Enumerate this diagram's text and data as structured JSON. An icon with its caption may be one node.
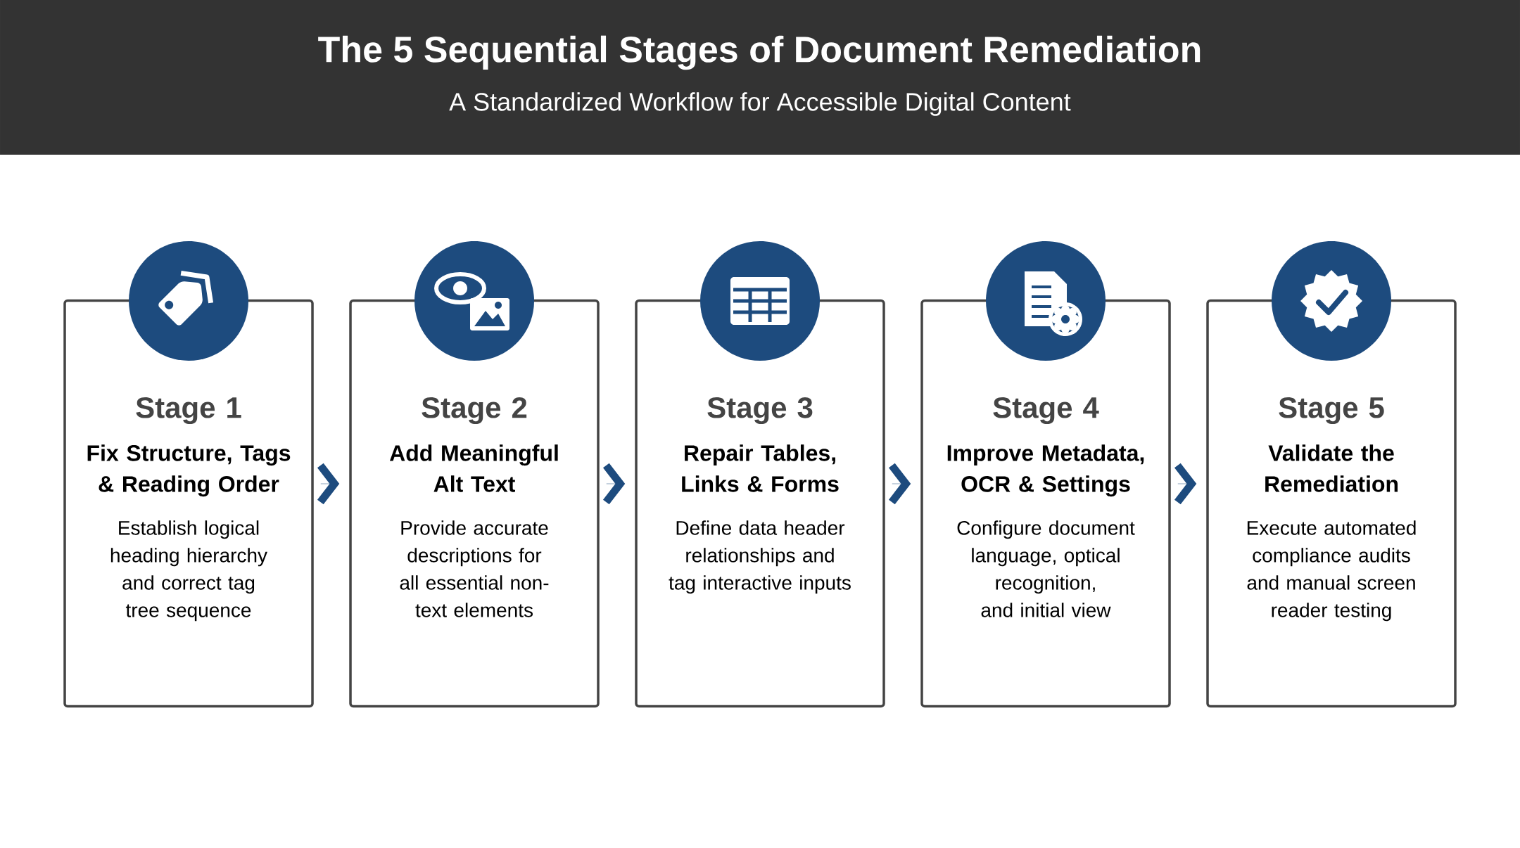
{
  "diagram": {
    "title": "The 5 Sequential Stages of Document Remediation",
    "nodes": [
      {
        "text": [
          "Stage 1",
          "Fix Structure, Tags & Reading Order",
          "Establish logical heading hierarchy and correct tag tree sequence"
        ]
      },
      {
        "text": [
          "Stage 2",
          "Add Meaningful Alt Text",
          "Provide accurate descriptions for all essential non-text elements"
        ]
      },
      {
        "text": [
          "Stage 3",
          "Repair Tables, Links & Forms",
          "Define data header relationships and tag interactive inputs"
        ]
      },
      {
        "text": [
          "Stage 4",
          "Improve Metadata, OCR & Settings",
          "Configure document language, optical recognition, and initial view"
        ]
      },
      {
        "text": [
          "Stage 5",
          "Validate the Remediation",
          "Execute automated compliance audits and manual screen reader testing"
        ]
      }
    ],
    "edges": [
      {
        "from": 0,
        "to": 1,
        "arrow": "to"
      },
      {
        "from": 1,
        "to": 2,
        "arrow": "to"
      },
      {
        "from": 2,
        "to": 3,
        "arrow": "to"
      },
      {
        "from": 3,
        "to": 4,
        "arrow": "to"
      }
    ],
    "labels": [
      "A Standardized Workflow for Accessible Digital Content"
    ]
  }
}
